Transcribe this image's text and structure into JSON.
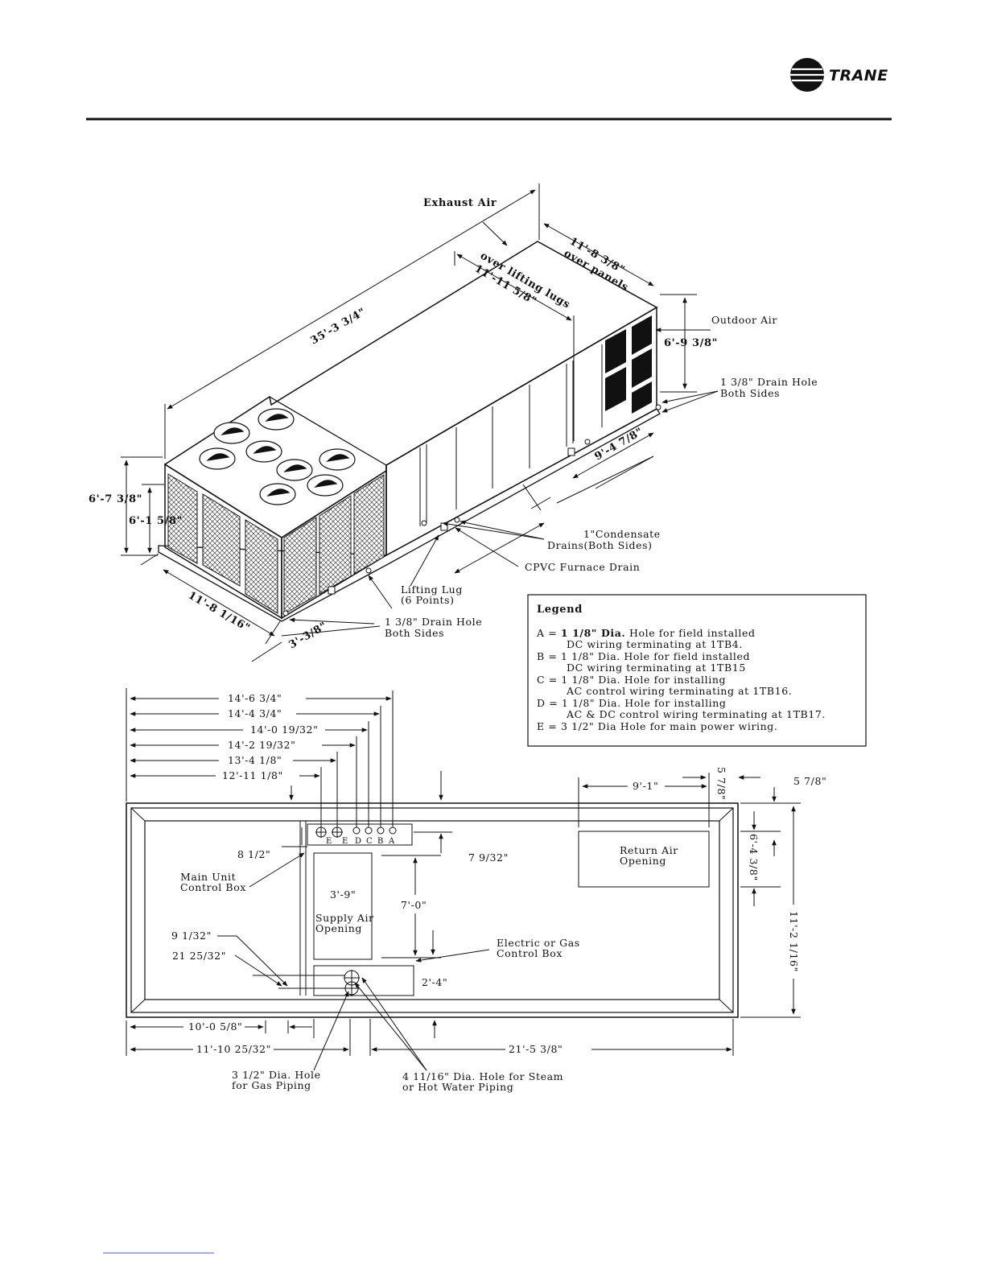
{
  "header": {
    "brand": "TRANE"
  },
  "iso": {
    "exhaust_air": "Exhaust Air",
    "overall_length": "35'-3 3/4\"",
    "over_lifting_lugs_a": "over lifting lugs",
    "over_lifting_lugs_b": "11'-11 5/8\"",
    "over_panels_a": "11'-8 3/8\"",
    "over_panels_b": "over panels",
    "outdoor_air": "Outdoor Air",
    "height_right": "6'-9 3/8\"",
    "drain_hole_right_a": "1 3/8\" Drain Hole",
    "drain_hole_right_b": "Both Sides",
    "dim_9_4": "9'-4 7/8\"",
    "condensate_a": "1\"Condensate",
    "condensate_b": "Drains(Both Sides)",
    "cpvc": "CPVC Furnace Drain",
    "lifting_lug_a": "Lifting Lug",
    "lifting_lug_b": "(6 Points)",
    "drain_hole_left_a": "1 3/8\" Drain Hole",
    "drain_hole_left_b": "Both Sides",
    "height_left_outer": "6'-7 3/8\"",
    "height_left_inner": "6'-1 5/8\"",
    "width_left": "11'-8 1/16\"",
    "dim_3_3": "3'-3/8\""
  },
  "legend": {
    "title": "Legend",
    "items": [
      {
        "key": "A",
        "line1_bold": "1 1/8\" Dia.",
        "line1_rest": " Hole for field installed",
        "line2": "DC wiring terminating at 1TB4."
      },
      {
        "key": "B",
        "line1_bold": "",
        "line1_rest": "1 1/8\" Dia. Hole for field installed",
        "line2": "DC wiring terminating at 1TB15"
      },
      {
        "key": "C",
        "line1_bold": "",
        "line1_rest": "1 1/8\" Dia. Hole for installing",
        "line2": "AC control wiring terminating at 1TB16."
      },
      {
        "key": "D",
        "line1_bold": "",
        "line1_rest": "1 1/8\" Dia. Hole for installing",
        "line2": "AC & DC control wiring terminating at 1TB17."
      },
      {
        "key": "E",
        "line1_bold": "",
        "line1_rest": "3 1/2\" Dia Hole for main power wiring.",
        "line2": ""
      }
    ]
  },
  "plan": {
    "dims_top": [
      "14'-6 3/4\"",
      "14'-4 3/4\"",
      "14'-0 19/32\"",
      "14'-2 19/32\"",
      "13'-4 1/8\"",
      "12'-11 1/8\""
    ],
    "dim_9_1": "9'-1\"",
    "dim_5_7_vert": "5 7/8\"",
    "dim_5_7_right": "5 7/8\"",
    "hole_labels": [
      "E",
      "E",
      "D",
      "C",
      "B",
      "A"
    ],
    "dim_8_half": "8 1/2\"",
    "dim_7_9_32": "7 9/32\"",
    "main_box_a": "Main Unit",
    "main_box_b": "Control Box",
    "return_air_a": "Return Air",
    "return_air_b": "Opening",
    "dim_6_4": "6'-4 3/8\"",
    "dim_3_9": "3'-9\"",
    "supply_air_a": "Supply Air",
    "supply_air_b": "Opening",
    "dim_7_0": "7'-0\"",
    "dim_11_2": "11'-2 1/16\"",
    "dim_9_1_32": "9 1/32\"",
    "dim_21_25": "21 25/32\"",
    "elec_box_a": "Electric or Gas",
    "elec_box_b": "Control Box",
    "dim_2_4": "2'-4\"",
    "dim_10_0": "10'-0 5/8\"",
    "dim_11_10": "11'-10 25/32\"",
    "dim_21_5": "21'-5 3/8\"",
    "gas_a": "3 1/2\" Dia. Hole",
    "gas_b": "for Gas Piping",
    "steam_a": "4 11/16\" Dia. Hole for Steam",
    "steam_b": "or Hot Water Piping"
  }
}
